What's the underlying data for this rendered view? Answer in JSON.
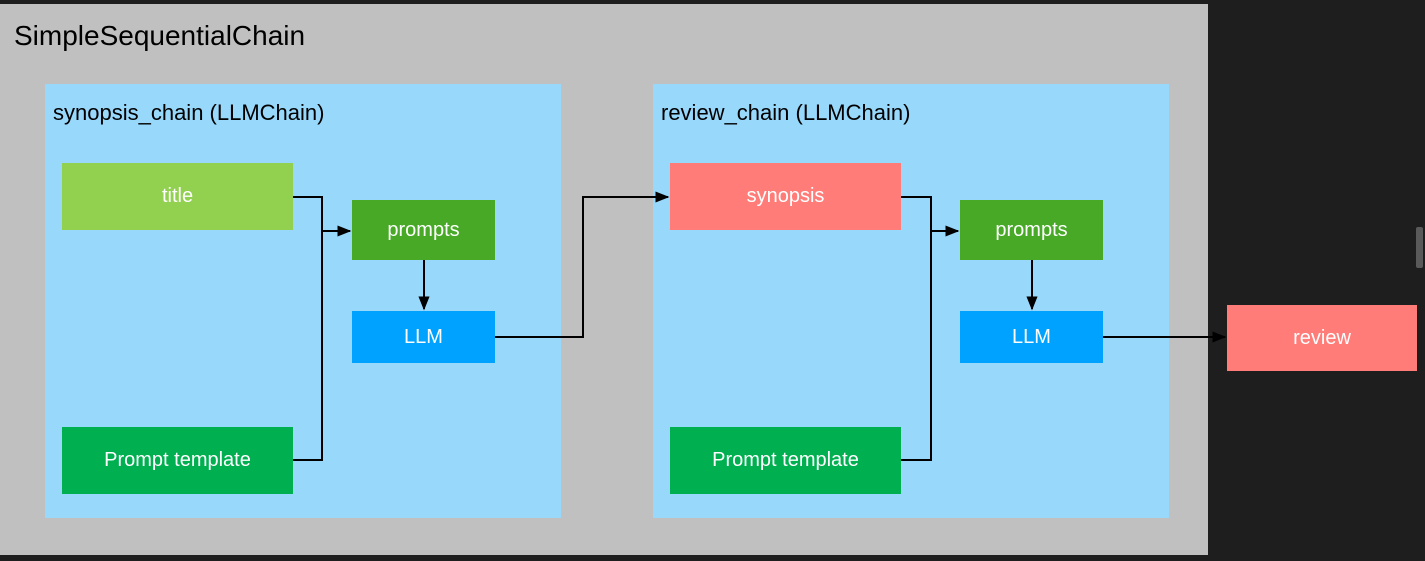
{
  "diagram": {
    "title": "SimpleSequentialChain",
    "chains": [
      {
        "title": "synopsis_chain (LLMChain)",
        "input_label": "title",
        "template_label": "Prompt template",
        "prompts_label": "prompts",
        "llm_label": "LLM"
      },
      {
        "title": "review_chain (LLMChain)",
        "input_label": "synopsis",
        "template_label": "Prompt template",
        "prompts_label": "prompts",
        "llm_label": "LLM"
      }
    ],
    "output_label": "review"
  },
  "colors": {
    "page_background": "#1e1e1e",
    "outer_box": "#c0c0c0",
    "chain_box": "#97d8fb",
    "title_input": "#92d050",
    "synopsis_input": "#ff7c79",
    "review_output": "#ff7c79",
    "prompt_template": "#00b050",
    "prompts": "#47a925",
    "llm": "#00a2ff",
    "connector": "#000000"
  }
}
